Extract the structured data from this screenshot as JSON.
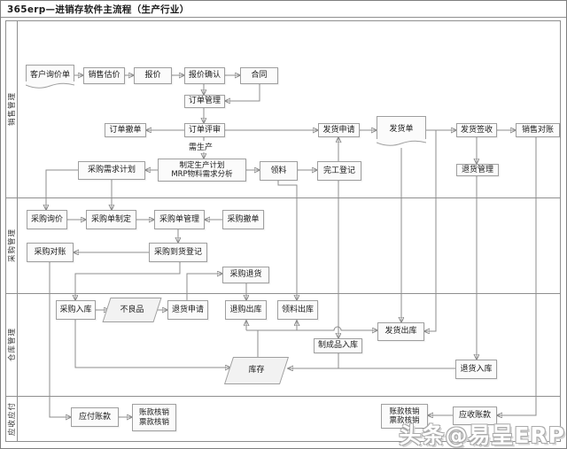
{
  "title": "365erp—进销存软件主流程（生产行业）",
  "lanes": [
    {
      "label": "销售管理"
    },
    {
      "label": "采购管理"
    },
    {
      "label": "仓库管理"
    },
    {
      "label": "应收应付"
    }
  ],
  "nodes": {
    "customer_inquiry": {
      "label": "客户询价单"
    },
    "sales_estimate": {
      "label": "销售估价"
    },
    "quote": {
      "label": "报价"
    },
    "quote_confirm": {
      "label": "报价确认"
    },
    "contract": {
      "label": "合同"
    },
    "order_mgmt": {
      "label": "订单管理"
    },
    "order_cancel": {
      "label": "订单撤单"
    },
    "order_review": {
      "label": "订单评审"
    },
    "ship_request": {
      "label": "发货申请"
    },
    "prod_plan": {
      "line1": "制定生产计划",
      "line2": "MRP物料需求分析"
    },
    "purchase_demand_plan": {
      "label": "采购需求计划"
    },
    "material_pick": {
      "label": "领料"
    },
    "completion_reg": {
      "label": "完工登记"
    },
    "ship_doc": {
      "label": "发货单"
    },
    "ship_sign": {
      "label": "发货签收"
    },
    "sales_recon": {
      "label": "销售对账"
    },
    "return_mgmt": {
      "label": "退货管理"
    },
    "purchase_inquiry": {
      "label": "采购询价"
    },
    "po_create": {
      "label": "采购单制定"
    },
    "po_mgmt": {
      "label": "采购单管理"
    },
    "po_cancel": {
      "label": "采购撤单"
    },
    "purchase_recon": {
      "label": "采购对账"
    },
    "purchase_arrival": {
      "label": "采购到货登记"
    },
    "purchase_return": {
      "label": "采购退货"
    },
    "purchase_inbound": {
      "label": "采购入库"
    },
    "defective": {
      "label": "不良品"
    },
    "return_request": {
      "label": "退货申请"
    },
    "return_outbound": {
      "label": "退购出库"
    },
    "pick_outbound": {
      "label": "领料出库"
    },
    "ship_outbound": {
      "label": "发货出库"
    },
    "finished_inbound": {
      "label": "制成品入库"
    },
    "inventory": {
      "label": "库存"
    },
    "return_inbound": {
      "label": "退货入库"
    },
    "ap": {
      "label": "应付账款"
    },
    "ap_writeoff": {
      "line1": "账款核销",
      "line2": "票款核销"
    },
    "ar_writeoff": {
      "line1": "账款核销",
      "line2": "票款核销"
    },
    "ar": {
      "label": "应收账款"
    }
  },
  "edge_labels": {
    "need_production": "需生产"
  },
  "watermark": "头条@易呈ERP",
  "colors": {
    "connector": "#8c8c8c",
    "box_border": "#9f9f9f",
    "box_fill": "#fbfbfb",
    "shape_fill": "#f2f2f2",
    "lane_border": "#8f8f8f"
  }
}
